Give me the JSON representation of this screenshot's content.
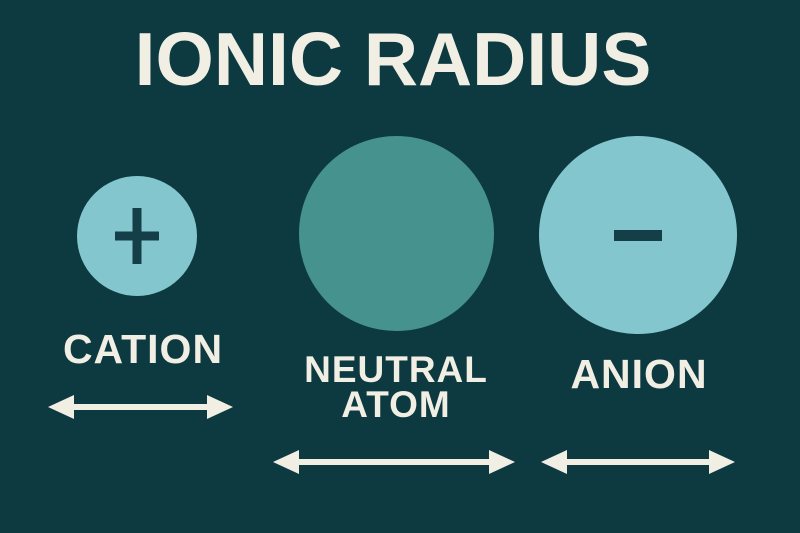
{
  "title": "IONIC RADIUS",
  "colors": {
    "background": "#0d3a40",
    "ion_fill": "#84c6ce",
    "neutral_fill": "#45928f",
    "symbol": "#143f48",
    "text": "#f1eee3"
  },
  "items": [
    {
      "id": "cation",
      "label": "CATION",
      "symbol": "+",
      "symbol_icon": "plus-icon",
      "arrow_icon": "double-headed-arrow"
    },
    {
      "id": "neutral-atom",
      "label_line1": "NEUTRAL",
      "label_line2": "ATOM",
      "symbol": "",
      "arrow_icon": "double-headed-arrow"
    },
    {
      "id": "anion",
      "label": "ANION",
      "symbol": "−",
      "symbol_icon": "minus-icon",
      "arrow_icon": "double-headed-arrow"
    }
  ]
}
